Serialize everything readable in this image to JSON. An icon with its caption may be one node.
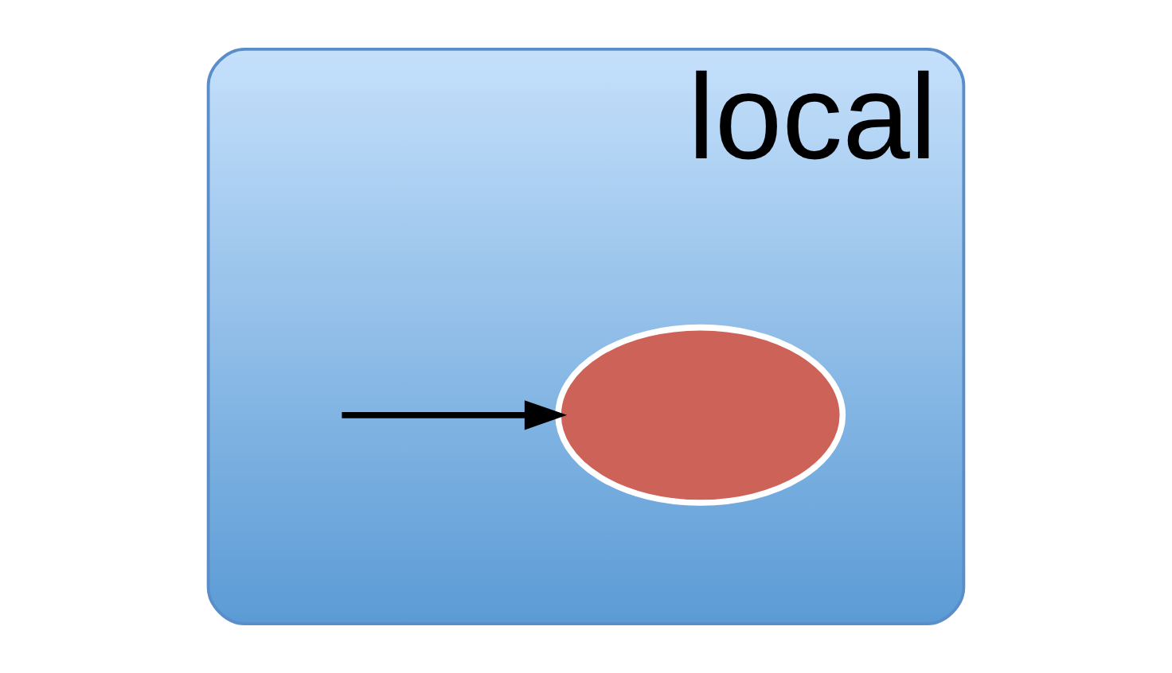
{
  "diagram": {
    "nodes": [
      {
        "text": [
          "local"
        ]
      },
      {
        "text": [],
        "shape": "ellipse",
        "in": 0
      }
    ],
    "edges": [
      {
        "from": null,
        "to": 1,
        "arrow": "to"
      }
    ]
  }
}
